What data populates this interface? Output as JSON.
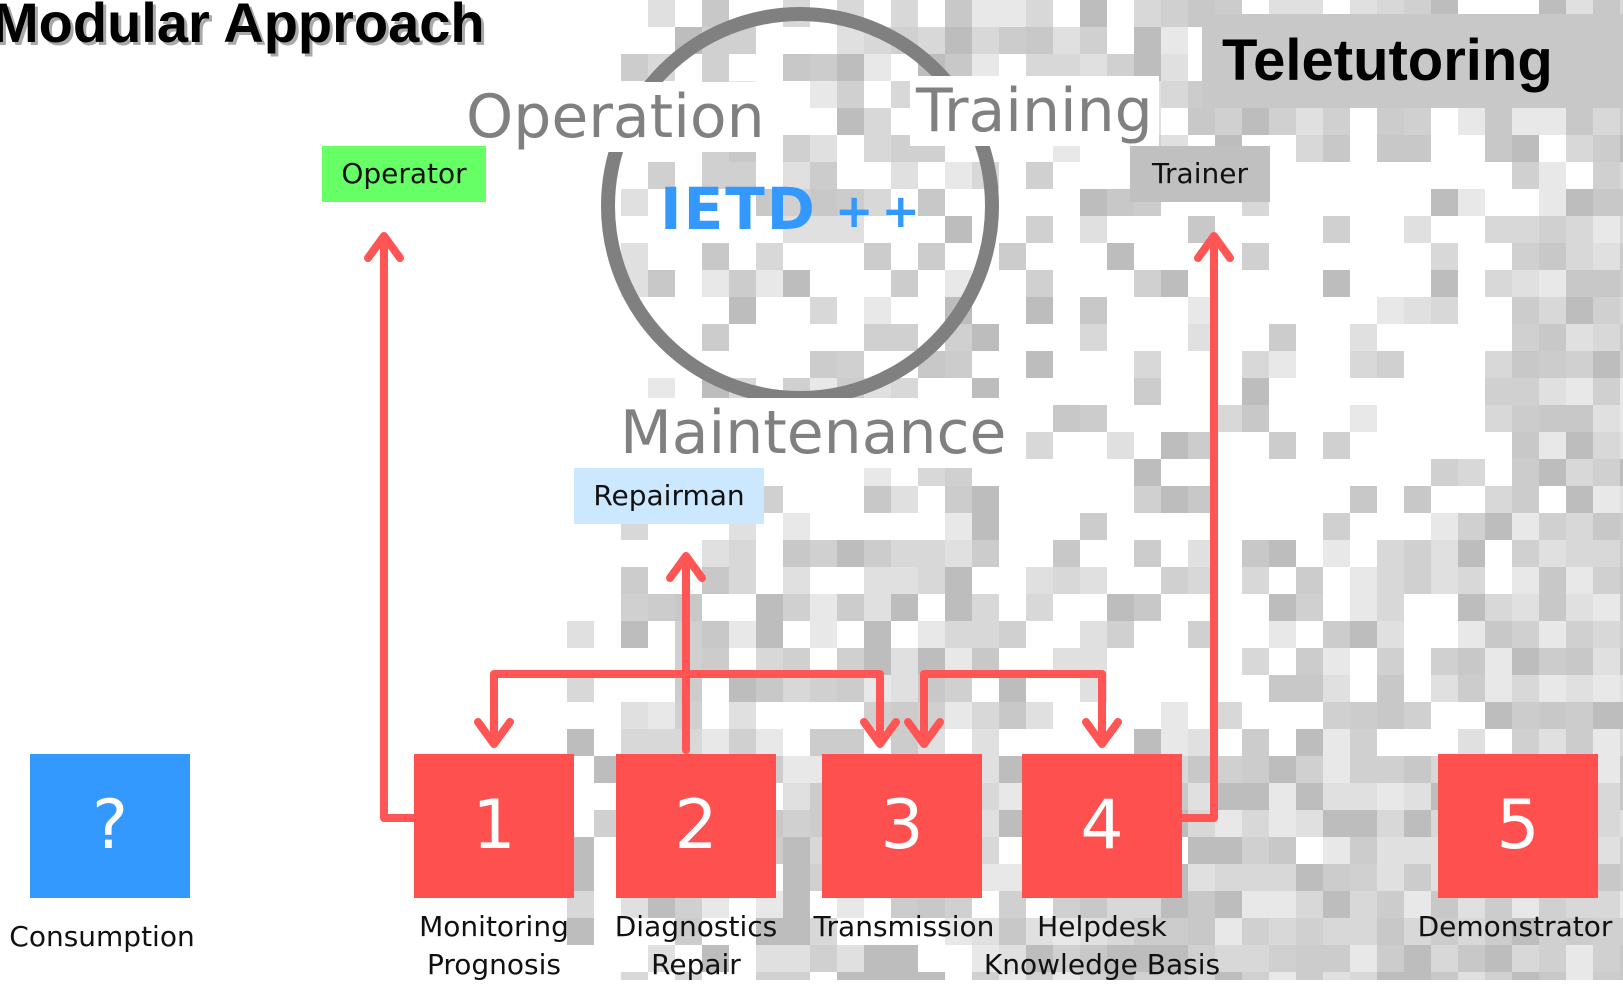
{
  "header": {
    "title": "Modular Approach",
    "right_label": "Teletutoring"
  },
  "areas": {
    "operation": "Operation",
    "training": "Training",
    "maintenance": "Maintenance"
  },
  "center": {
    "main": "IETD",
    "suffix": "++"
  },
  "roles": {
    "operator": "Operator",
    "trainer": "Trainer",
    "repairman": "Repairman"
  },
  "modules": [
    {
      "label": "?",
      "line1": "Consumption",
      "line2": "",
      "color": "#3399ff"
    },
    {
      "label": "1",
      "line1": "Monitoring",
      "line2": "Prognosis",
      "color": "#ff5050"
    },
    {
      "label": "2",
      "line1": "Diagnostics",
      "line2": "Repair",
      "color": "#ff5050"
    },
    {
      "label": "3",
      "line1": "Transmission",
      "line2": "",
      "color": "#ff5050"
    },
    {
      "label": "4",
      "line1": "Helpdesk",
      "line2": "Knowledge Basis",
      "color": "#ff5050"
    },
    {
      "label": "5",
      "line1": "Demonstrator",
      "line2": "",
      "color": "#ff5050"
    }
  ],
  "colors": {
    "module_red": "#ff5050",
    "arrow_red": "#ff5555",
    "consumption_blue": "#3399ff",
    "operator_green": "#66ff66",
    "trainer_gray": "#c0c0c0",
    "repairman_blue": "#cce8ff",
    "ietd_blue": "#3399ff",
    "circle_gray": "#808080"
  }
}
